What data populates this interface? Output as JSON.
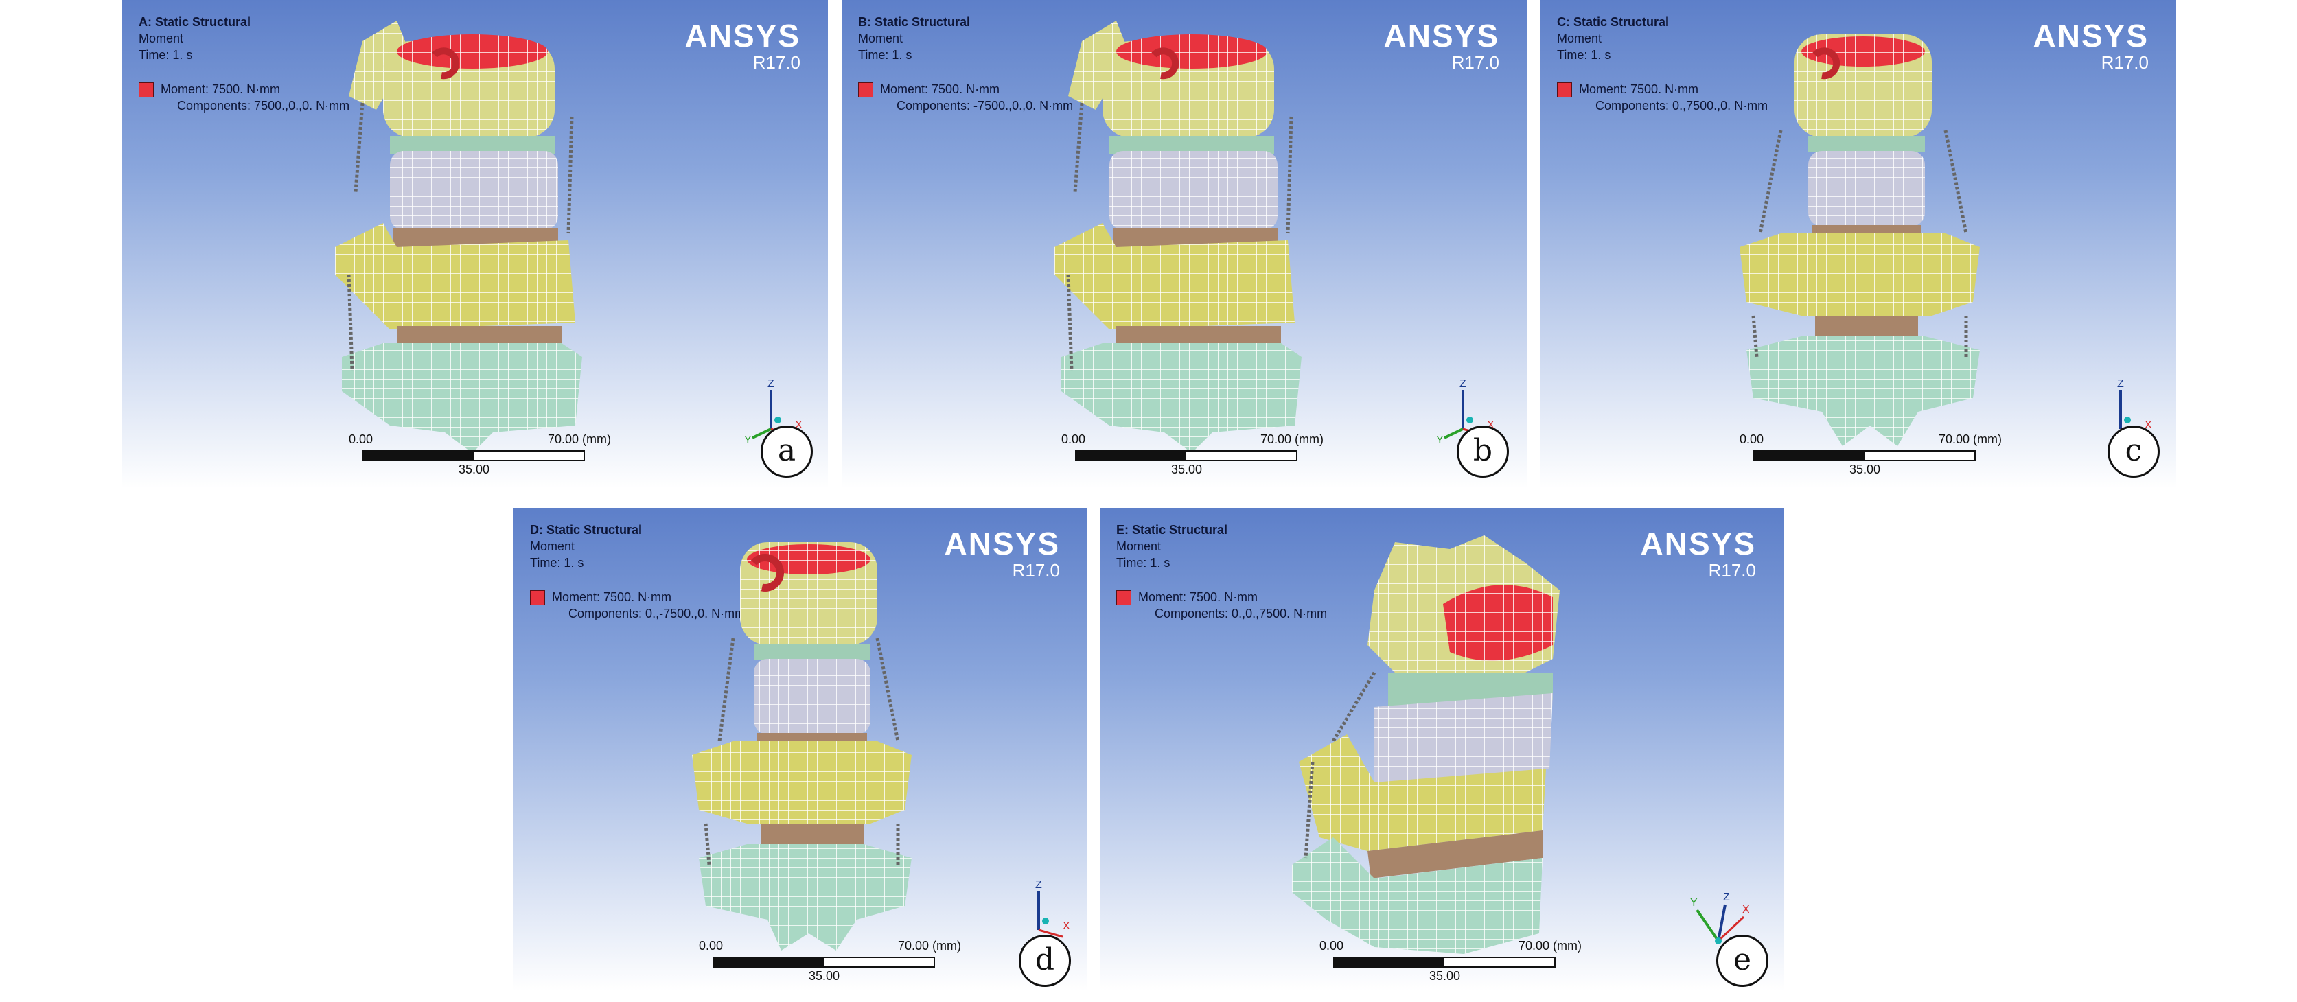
{
  "panels": [
    {
      "title": "A: Static Structural",
      "sub": "Moment",
      "time": "Time: 1. s",
      "moment": "Moment: 7500. N·mm",
      "components": "Components: 7500.,0.,0. N·mm",
      "brand": "ANSYS",
      "version": "R17.0",
      "scale": {
        "min": "0.00",
        "max": "70.00 (mm)",
        "mid": "35.00"
      },
      "badge": "a",
      "triad": {
        "z": "Z",
        "y": "Y",
        "x": "X"
      }
    },
    {
      "title": "B: Static Structural",
      "sub": "Moment",
      "time": "Time: 1. s",
      "moment": "Moment: 7500. N·mm",
      "components": "Components: -7500.,0.,0. N·mm",
      "brand": "ANSYS",
      "version": "R17.0",
      "scale": {
        "min": "0.00",
        "max": "70.00 (mm)",
        "mid": "35.00"
      },
      "badge": "b",
      "triad": {
        "z": "Z",
        "y": "Y",
        "x": "X"
      }
    },
    {
      "title": "C: Static Structural",
      "sub": "Moment",
      "time": "Time: 1. s",
      "moment": "Moment: 7500. N·mm",
      "components": "Components: 0.,7500.,0. N·mm",
      "brand": "ANSYS",
      "version": "R17.0",
      "scale": {
        "min": "0.00",
        "max": "70.00 (mm)",
        "mid": "35.00"
      },
      "badge": "c",
      "triad": {
        "z": "Z",
        "y": "",
        "x": "X"
      }
    },
    {
      "title": "D: Static Structural",
      "sub": "Moment",
      "time": "Time: 1. s",
      "moment": "Moment: 7500. N·mm",
      "components": "Components: 0.,-7500.,0. N·mm",
      "brand": "ANSYS",
      "version": "R17.0",
      "scale": {
        "min": "0.00",
        "max": "70.00 (mm)",
        "mid": "35.00"
      },
      "badge": "d",
      "triad": {
        "z": "Z",
        "y": "",
        "x": "X"
      }
    },
    {
      "title": "E: Static Structural",
      "sub": "Moment",
      "time": "Time: 1. s",
      "moment": "Moment: 7500. N·mm",
      "components": "Components: 0.,0.,7500. N·mm",
      "brand": "ANSYS",
      "version": "R17.0",
      "scale": {
        "min": "0.00",
        "max": "70.00 (mm)",
        "mid": "35.00"
      },
      "badge": "e",
      "triad": {
        "z": "Z",
        "y": "Y",
        "x": "X"
      }
    }
  ],
  "colors": {
    "moment": "#e8333e",
    "vertebra_top": "#d8d98a",
    "disc_green": "#9fcdb5",
    "vertebra_white": "#c8c9dc",
    "vertebra_yellow": "#d6d36a",
    "disc_brown": "#a8856a",
    "vertebra_base": "#a9d8c4",
    "triad_z": "#1a3b8f",
    "triad_y": "#2aa12a",
    "triad_x": "#d52a2a"
  }
}
